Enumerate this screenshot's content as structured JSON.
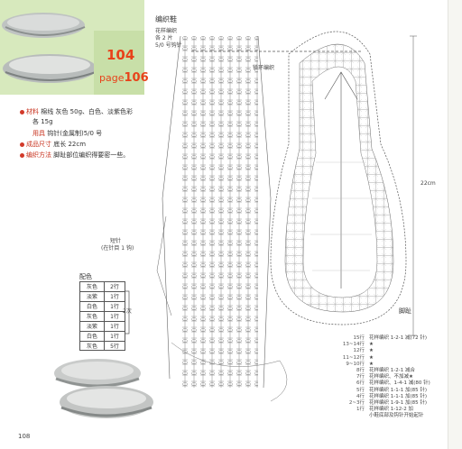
{
  "header": {
    "pattern_number": "104",
    "page_prefix": "page",
    "page_number": "106"
  },
  "materials": {
    "material_label": "材料",
    "material_text": "棉线 灰色 50g、白色、淡紫色彩",
    "material_text_2": "各 15g",
    "tools_label": "用具",
    "tools_text": "钩针(金属制)5/0 号",
    "size_label": "成品尺寸",
    "size_text": "底长 22cm",
    "method_label": "编织方法",
    "method_text": "脚趾部位编织得要密一些。"
  },
  "diagram": {
    "title": "编织鞋",
    "note_1": "花样编织",
    "note_2": "各 2 片",
    "note_3": "5/0 号钩针",
    "ring_label": "锁环编织",
    "join_label_1": "短针",
    "join_label_2": "(在针目 1 钩)",
    "length_label": "22cm",
    "toe_label": "脚趾"
  },
  "color_table": {
    "title": "配色",
    "rows": [
      {
        "color": "灰色",
        "rows": "2行"
      },
      {
        "color": "淡紫",
        "rows": "1行"
      },
      {
        "color": "白色",
        "rows": "1行"
      },
      {
        "color": "灰色",
        "rows": "1行"
      },
      {
        "color": "淡紫",
        "rows": "1行"
      },
      {
        "color": "白色",
        "rows": "1行"
      },
      {
        "color": "灰色",
        "rows": "5行"
      }
    ],
    "repeat_label": "2次"
  },
  "row_legend": [
    {
      "row": "15行",
      "desc": "花样编织 1-2-1 减(72 针)"
    },
    {
      "row": "13~14行",
      "desc": "★"
    },
    {
      "row": "12行",
      "desc": "★"
    },
    {
      "row": "11~12行",
      "desc": "★"
    },
    {
      "row": "9~10行",
      "desc": "★"
    },
    {
      "row": "8行",
      "desc": "花样编织 1-2-1 减合"
    },
    {
      "row": "7行",
      "desc": "花样编织、不加减★"
    },
    {
      "row": "6行",
      "desc": "花样编织、1-4-1 减(80 针)"
    },
    {
      "row": "5行",
      "desc": "花样编织 1-1-1 加(85 针)"
    },
    {
      "row": "4行",
      "desc": "花样编织 1-1-1 加(85 针)"
    },
    {
      "row": "2~3行",
      "desc": "花样编织 1-9-1 加(85 针)"
    },
    {
      "row": "1行",
      "desc": "花样编织 1-12-2 加"
    },
    {
      "row": "",
      "desc": "小鞋底部及钩针开始起针"
    }
  ],
  "footer": {
    "page_number": "108"
  },
  "colors": {
    "accent": "#e8421a",
    "panel": "#c8dfa8",
    "photo_bg": "#dcecc4"
  }
}
